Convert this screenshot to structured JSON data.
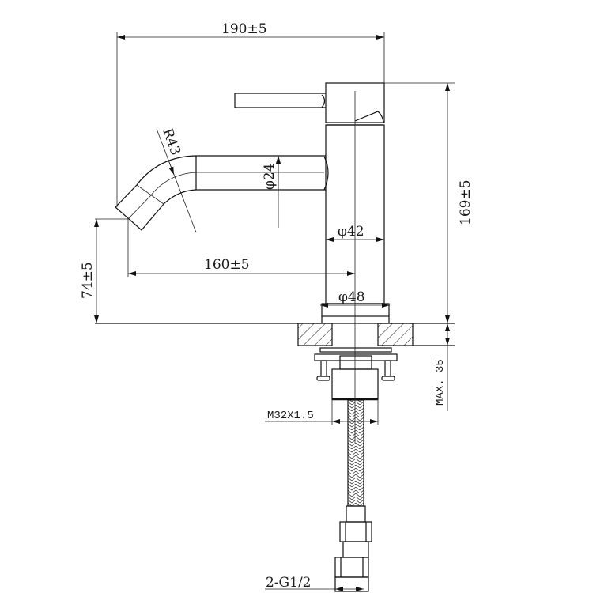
{
  "dimensions": {
    "overall_width": "190±5",
    "spout_reach": "160±5",
    "overall_height": "169±5",
    "spout_height": "74±5",
    "spout_radius": "R43",
    "spout_diameter": "φ24",
    "body_diameter": "φ42",
    "base_diameter": "φ48",
    "max_counter_thickness": "MAX. 35",
    "shank_thread": "M32X1.5",
    "hose_connection": "2-G1/2"
  },
  "colors": {
    "line": "#111111",
    "background": "#ffffff"
  }
}
